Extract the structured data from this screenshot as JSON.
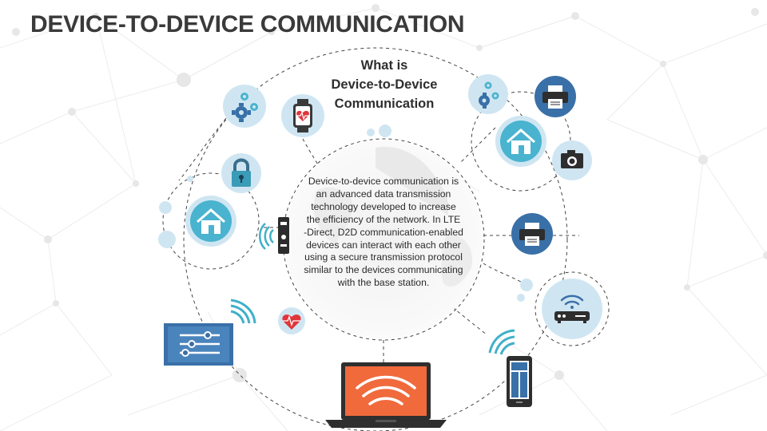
{
  "title": "DEVICE-TO-DEVICE COMMUNICATION",
  "heading": {
    "line1": "What is",
    "line2": "Device-to-Device",
    "line3": "Communication"
  },
  "description": "Device-to-device communication is an advanced data transmission technology developed to increase the efficiency of the network. In LTE -Direct, D2D communication-enabled devices can interact with each other using a secure transmission protocol similar to the devices communicating with the base station.",
  "colors": {
    "title": "#3a3a3a",
    "icon_circle_light": "#cfe6f2",
    "icon_teal": "#4ab3cf",
    "icon_dark_blue": "#3a70a8",
    "laptop_screen": "#f06a3c",
    "control_panel": "#3a70a8",
    "dashed_line": "#444444"
  },
  "icons": [
    "gears-icon-left",
    "smartwatch-heart-icon",
    "padlock-icon",
    "home-icon-left",
    "wifi-router-icon",
    "heart-pulse-icon",
    "control-panel-icon",
    "laptop-wifi-icon",
    "gears-icon-right",
    "printer-icon-top",
    "home-icon-right",
    "camera-icon",
    "printer-icon-middle",
    "modem-router-icon",
    "smartphone-icon"
  ]
}
